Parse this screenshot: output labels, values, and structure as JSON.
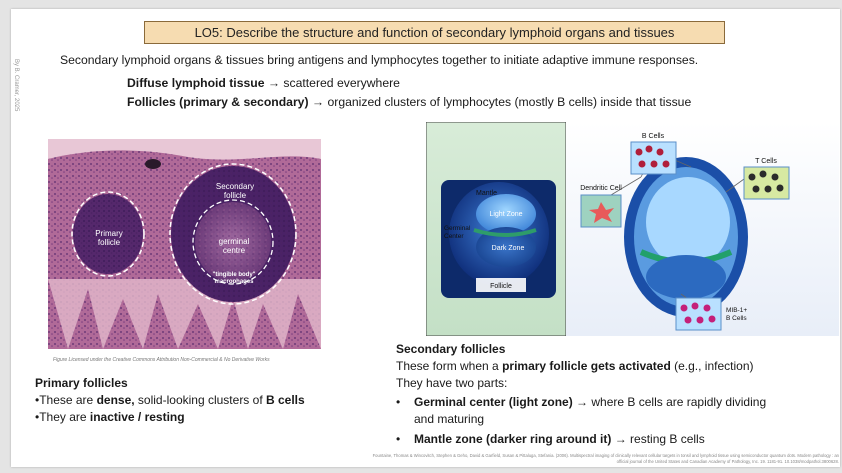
{
  "title": "LO5: Describe the structure and function of secondary lymphoid organs and tissues",
  "credit": "By B. Cramer, 2025",
  "intro": "Secondary lymphoid organs & tissues bring antigens and lymphocytes together to initiate adaptive immune responses.",
  "diffuse": {
    "term": "Diffuse lymphoid tissue",
    "rest": " → scattered everywhere"
  },
  "follicles": {
    "term": "Follicles (primary & secondary)",
    "rest": " → organized clusters of lymphocytes (mostly B cells) inside that tissue"
  },
  "micrograph": {
    "primary_label": "Primary\nfollicle",
    "secondary_label": "Secondary\nfollicle",
    "germinal_label": "germinal\ncentre",
    "macrophage_label": "\"tingible body\"\nmacrophages",
    "license": "Figure Licensed under the Creative Commons Attribution Non-Commercial & No Derivative Works"
  },
  "primary": {
    "heading": "Primary follicles",
    "line1_pre": "•These are ",
    "line1_b1": "dense,",
    "line1_mid": " solid-looking clusters of ",
    "line1_b2": "B cells",
    "line2_pre": "•They are ",
    "line2_b": "inactive / resting"
  },
  "diagram": {
    "mantle": "Mantle",
    "light_zone": "Light Zone",
    "dark_zone": "Dark Zone",
    "germinal_center": "Germinal\nCenter",
    "follicle": "Follicle",
    "b_cells": "B Cells",
    "t_cells": "T Cells",
    "dendritic": "Dendritic Cell",
    "mib": "MIB-1+\nB Cells"
  },
  "secondary": {
    "heading": "Secondary follicles",
    "line1_pre": "These form when a ",
    "line1_b": "primary follicle gets activated",
    "line1_post": " (e.g., infection)",
    "line2": "They have two parts:",
    "bullet": "•",
    "b1_b": "Germinal center (light zone)",
    "b1_post": " → where B cells are rapidly dividing",
    "b1_cont": "and maturing",
    "b2_b": "Mantle zone (darker ring around it)",
    "b2_post": " → resting B cells"
  },
  "reference": "Fountaine, Thomas & Wincovitch, Stephen & Geho, David & Garfield, Susan & Pittaluga, Stefania. (2006). Multispectral imaging of clinically relevant cellular targets in tonsil and lymphoid tissue using semiconductor quantum dots. Modern pathology : an official journal of the United States and Canadian Academy of Pathology, Inc. 19. 1181-91. 10.1038/modpathol.3800628."
}
